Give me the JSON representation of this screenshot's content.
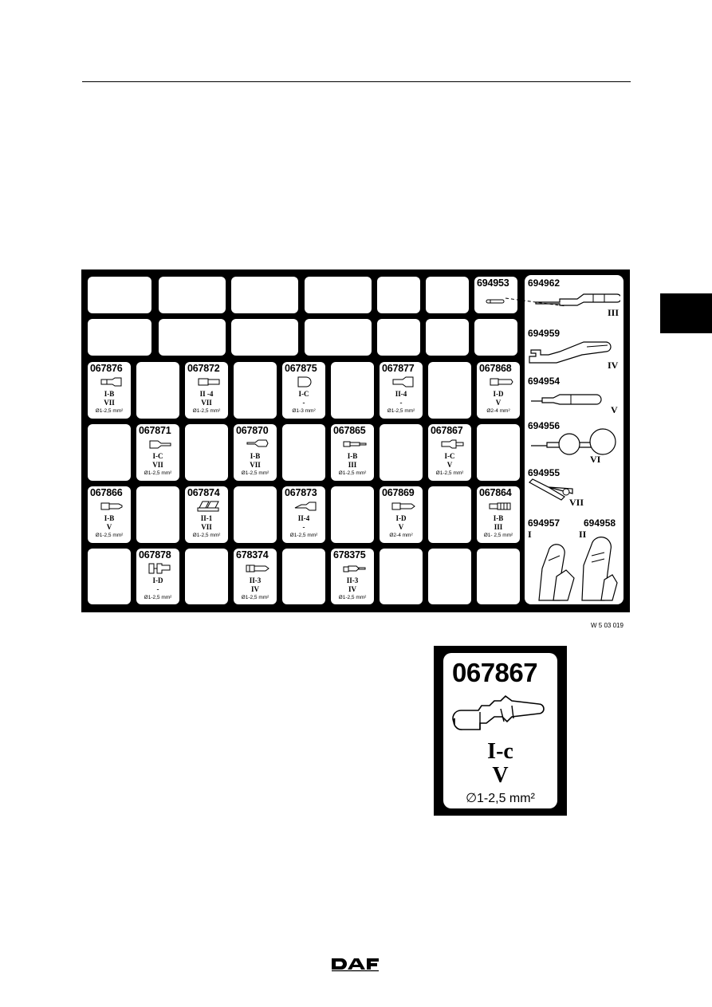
{
  "figure_ref": "W 5 03 019",
  "logo_text": "DAF",
  "kit_cells": [
    {
      "num": "067876",
      "l1": "I-B",
      "l2": "VII",
      "l3": "Ø1-2,5 mm²"
    },
    {
      "num": "067872",
      "l1": "II -4",
      "l2": "VII",
      "l3": "Ø1-2,5 mm²"
    },
    {
      "num": "067875",
      "l1": "I-C",
      "l2": "-",
      "l3": "Ø1-3 mm²"
    },
    {
      "num": "067877",
      "l1": "II-4",
      "l2": "-",
      "l3": "Ø1-2,5 mm²"
    },
    {
      "num": "067868",
      "l1": "I-D",
      "l2": "V",
      "l3": "Ø2-4 mm²"
    },
    {
      "num": "067871",
      "l1": "I-C",
      "l2": "VII",
      "l3": "Ø1-2,5 mm²"
    },
    {
      "num": "067870",
      "l1": "I-B",
      "l2": "VII",
      "l3": "Ø1-2,5 mm²"
    },
    {
      "num": "067865",
      "l1": "I-B",
      "l2": "III",
      "l3": "Ø1-2,5 mm²"
    },
    {
      "num": "067867",
      "l1": "I-C",
      "l2": "V",
      "l3": "Ø1-2,5 mm²"
    },
    {
      "num": "067866",
      "l1": "I-B",
      "l2": "V",
      "l3": "Ø1-2,5 mm²"
    },
    {
      "num": "067874",
      "l1": "II-1",
      "l2": "VII",
      "l3": "Ø1-2,5 mm²"
    },
    {
      "num": "067873",
      "l1": "II-4",
      "l2": "-",
      "l3": "Ø1-2,5 mm²"
    },
    {
      "num": "067869",
      "l1": "I-D",
      "l2": "V",
      "l3": "Ø2-4 mm²"
    },
    {
      "num": "067864",
      "l1": "I-B",
      "l2": "III",
      "l3": "Ø1- 2,5 mm²"
    },
    {
      "num": "067878",
      "l1": "I-D",
      "l2": "-",
      "l3": "Ø1-2,5 mm²"
    },
    {
      "num": "678374",
      "l1": "II-3",
      "l2": "IV",
      "l3": "Ø1-2,5 mm²"
    },
    {
      "num": "678375",
      "l1": "II-3",
      "l2": "IV",
      "l3": "Ø1-2,5 mm²"
    }
  ],
  "small_tool": {
    "num": "694953"
  },
  "tools": [
    {
      "num": "694962",
      "roman": "III"
    },
    {
      "num": "694959",
      "roman": "IV"
    },
    {
      "num": "694954",
      "roman": "V"
    },
    {
      "num": "694956",
      "roman": "VI"
    },
    {
      "num": "694955",
      "roman": "VII"
    }
  ],
  "pliers": [
    {
      "num": "694957",
      "roman": "I"
    },
    {
      "num": "694958",
      "roman": "II"
    }
  ],
  "detail": {
    "num": "067867",
    "l1": "I-c",
    "l2": "V",
    "l3": "∅1-2,5 mm²"
  }
}
